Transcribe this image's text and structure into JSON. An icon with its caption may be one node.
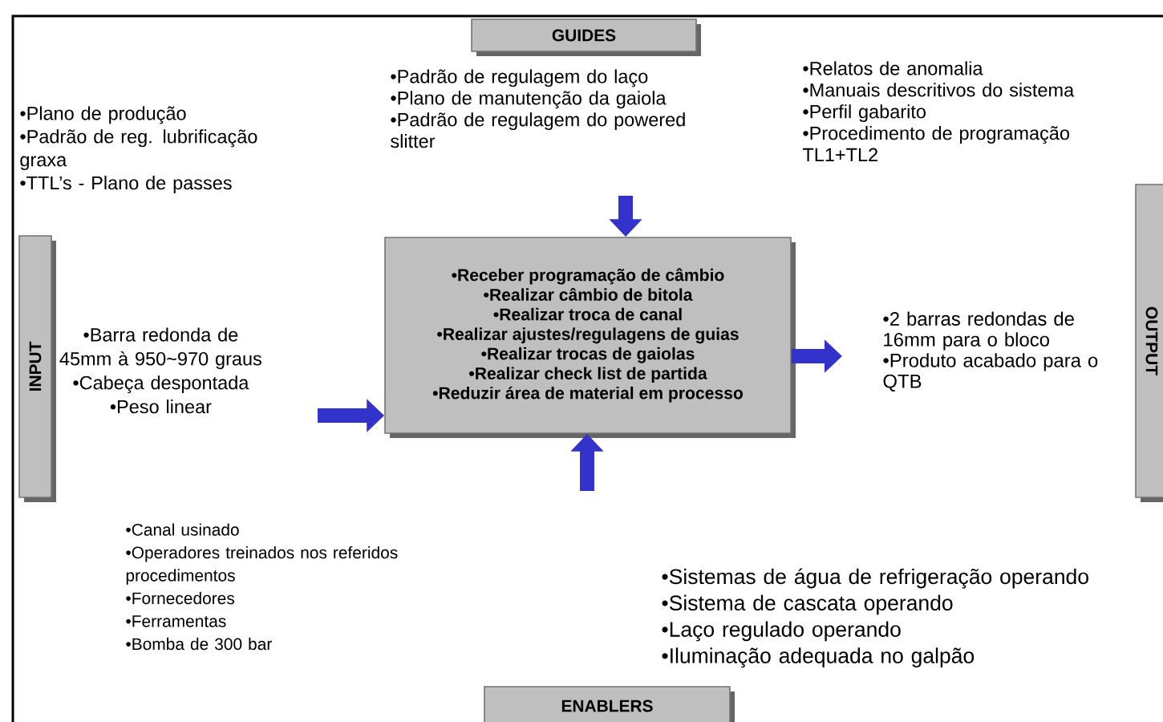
{
  "diagram": {
    "nodes": [
      {
        "text": [
          "GUIDES"
        ]
      },
      {
        "text": [
          "INPUT"
        ]
      },
      {
        "text": [
          "•Receber programação de câmbio",
          "•Realizar câmbio de bitola",
          "•Realizar troca de canal",
          "•Realizar ajustes/regulagens de guias",
          "•Realizar trocas de gaiolas",
          "•Realizar check list de partida",
          "•Reduzir área de material em processo"
        ]
      },
      {
        "text": [
          "OUTPUT"
        ]
      },
      {
        "text": [
          "ENABLERS"
        ]
      }
    ],
    "edges": [
      {
        "from": null,
        "to": 2,
        "arrow": "to"
      },
      {
        "from": null,
        "to": 2,
        "arrow": "to"
      },
      {
        "from": 2,
        "to": null,
        "arrow": "to"
      },
      {
        "from": null,
        "to": 2,
        "arrow": "to"
      }
    ],
    "labels": [
      "•Plano de produção",
      "•Padrão de reg. lubrificação graxa",
      "•TTL’s - Plano de passes",
      "•Padrão de regulagem do laço",
      "•Plano de manutenção da gaiola",
      "•Padrão de regulagem do powered slitter",
      "•Relatos de anomalia",
      "•Manuais descritivos do sistema",
      "•Perfil gabarito",
      "•Procedimento de programação TL1+TL2",
      "•Barra redonda de 45mm à 950~970 graus",
      "•Cabeça despontada",
      "•Peso linear",
      "•2 barras redondas de 16mm para o bloco",
      "•Produto acabado para o QTB",
      "•Canal usinado",
      "•Operadores treinados nos referidos procedimentos",
      "•Fornecedores",
      "•Ferramentas",
      "•Bomba de 300 bar",
      "•Sistemas de água de refrigeração operando",
      "•Sistema de cascata operando",
      "•Laço regulado operando",
      "•Iluminação adequada no galpão"
    ]
  }
}
